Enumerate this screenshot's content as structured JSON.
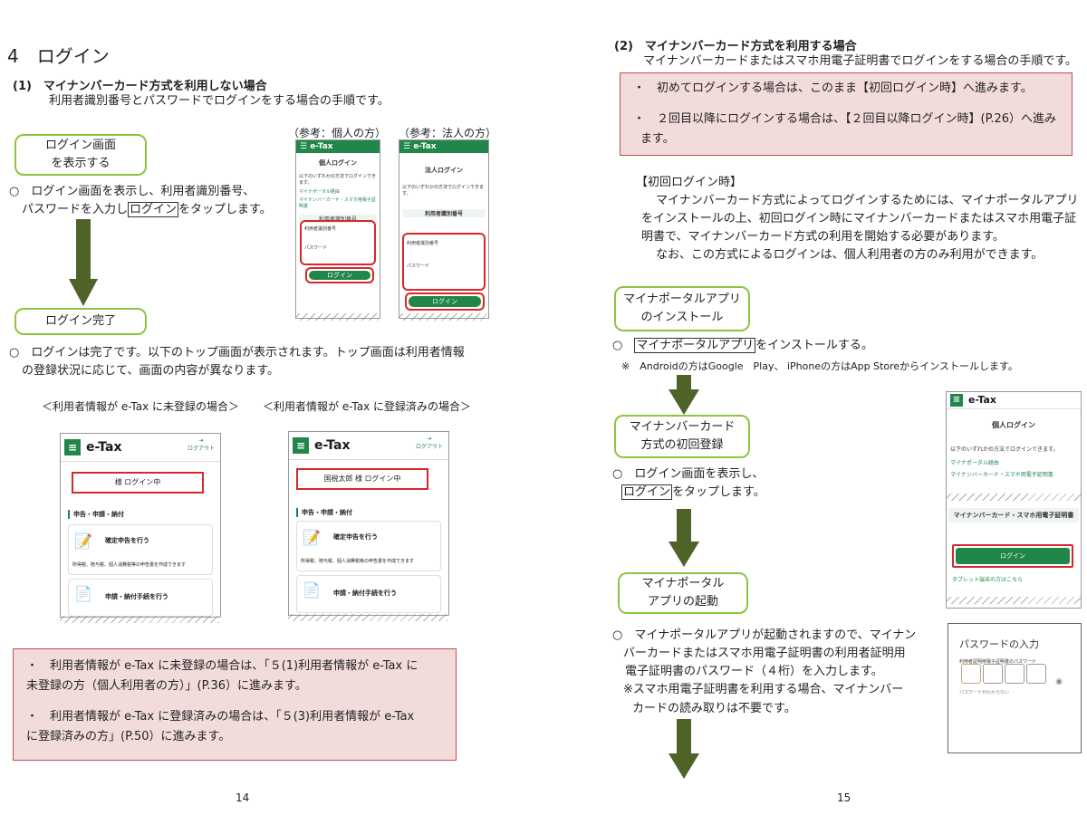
{
  "left": {
    "heading": "4　ログイン",
    "sub1": "(1)　マイナンバーカード方式を利用しない場合",
    "sub1_desc": "利用者識別番号とパスワードでログインをする場合の手順です。",
    "step1": "ログイン画面\nを表示する",
    "step1_text_a": "○　ログイン画面を表示し、利用者識別番号、",
    "step1_text_b_pre": "パスワードを入力し",
    "step1_text_b_boxed": "ログイン",
    "step1_text_b_post": "をタップします。",
    "ref_individual": "（参考：個人の方）",
    "ref_corporate": "（参考：法人の方）",
    "step2": "ログイン完了",
    "step2_text_a": "○　ログインは完了です。以下のトップ画面が表示されます。トップ画面は利用者情報",
    "step2_text_b": "の登録状況に応じて、画面の内容が異なります。",
    "caption_unreg": "＜利用者情報が e-Tax に未登録の場合＞",
    "caption_reg": "＜利用者情報が e-Tax に登録済みの場合＞",
    "note_a1": "・　利用者情報が e-Tax に未登録の場合は、「５(1)利用者情報が e-Tax に",
    "note_a2": "未登録の方（個人利用者の方）」(P.36）に進みます。",
    "note_b1": "・　利用者情報が e-Tax に登録済みの場合は、「５(3)利用者情報が e-Tax",
    "note_b2": "に登録済みの方」(P.50）に進みます。",
    "page": "14"
  },
  "right": {
    "sub2": "(2)　マイナンバーカード方式を利用する場合",
    "sub2_desc": "マイナンバーカードまたはスマホ用電子証明書でログインをする場合の手順です。",
    "note_a": "・　初めてログインする場合は、このまま【初回ログイン時】へ進みます。",
    "note_b1": "・　２回目以降にログインする場合は、【２回目以降ログイン時】(P.26）へ進み",
    "note_b2": "ます。",
    "first_title": "【初回ログイン時】",
    "first_p1": "マイナンバーカード方式によってログインするためには、マイナポータルアプリ",
    "first_p2": "をインストールの上、初回ログイン時にマイナンバーカードまたはスマホ用電子証",
    "first_p3": "明書で、マイナンバーカード方式の利用を開始する必要があります。",
    "first_p4": "なお、この方式によるログインは、個人利用者の方のみ利用ができます。",
    "step1": "マイナポータルアプリ\nのインストール",
    "step1_pre": "○　",
    "step1_boxed": "マイナポータルアプリ",
    "step1_post": "をインストールする。",
    "step1_note": "※　Androidの方はGoogle　Play、 iPhoneの方はApp Storeからインストールします。",
    "step2": "マイナンバーカード\n方式の初回登録",
    "step2_text_a": "○　ログイン画面を表示し、",
    "step2_boxed": "ログイン",
    "step2_post": "をタップします。",
    "step3": "マイナポータル\nアプリの起動",
    "step3_text_a": "○　マイナポータルアプリが起動されますので、マイナン",
    "step3_text_b": "バーカードまたはスマホ用電子証明書の利用者証明用",
    "step3_text_c": "電子証明書のパスワード（４桁）を入力します。",
    "step3_text_d": "※スマホ用電子証明書を利用する場合、マイナンバー",
    "step3_text_e": "カードの読み取りは不要です。",
    "page": "15"
  },
  "screens": {
    "etax": "e-Tax",
    "individual_login": "個人ログイン",
    "corporate_login": "法人ログイン",
    "choose_method": "以下のいずれかの方法でログインできます。",
    "myna_portal": "マイナポータル経由",
    "myna_card": "マイナンバーカード・スマホ用電子証明書",
    "id_number": "利用者識別番号",
    "password": "パスワード",
    "login": "ログイン",
    "logout": "ログアウト",
    "user_logged_in": "様 ログイン中",
    "taro_logged_in": "国税太郎 様 ログイン中",
    "section_filing": "申告・申請・納付",
    "final_return": "確定申告を行う",
    "final_return_desc": "所得税、贈与税、個人消費税等の申告書を作成できます",
    "apply_pay": "申請・納付手続を行う",
    "card_header": "マイナンバーカード・スマホ用電子証明書",
    "tablet": "タブレット端末の方はこちら",
    "pw_title": "パスワードの入力",
    "pw_label": "利用者証明用電子証明書のパスワード",
    "pw_forgot": "パスワードがわからない"
  },
  "colors": {
    "green": "#8cc63f",
    "arrow": "#4f6228",
    "note_bg": "#f2dcdb",
    "note_border": "#c0504d",
    "etax_green": "#21864a",
    "red": "#d9262a"
  }
}
